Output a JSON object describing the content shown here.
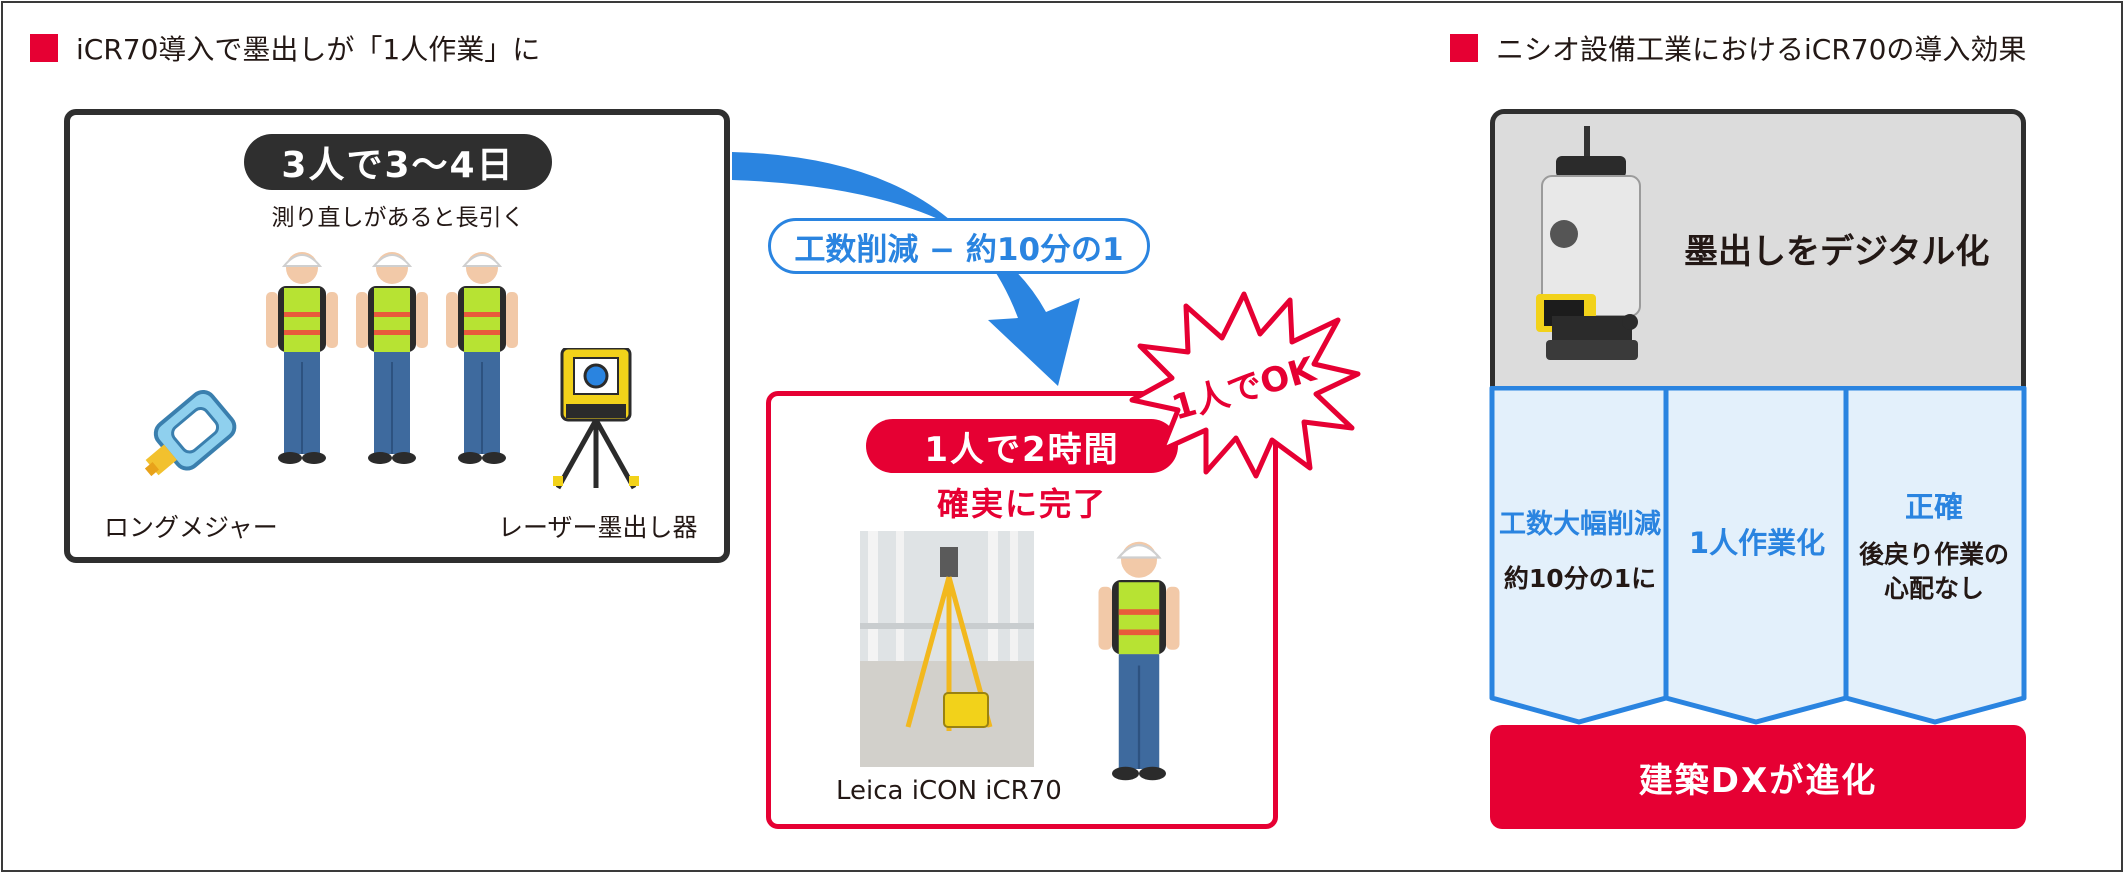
{
  "left_section": {
    "title": "iCR70導入で墨出しが「1人作業」に",
    "before": {
      "badge": "3人で3〜4日",
      "note": "測り直しがあると長引く",
      "tool_left_label": "ロングメジャー",
      "tool_right_label": "レーザー墨出し器"
    },
    "arrow_label": "工数削減 − 約10分の1",
    "burst_text": "1人でOK",
    "after": {
      "badge": "1人で2時間",
      "note": "確実に完了",
      "photo_caption": "Leica iCON iCR70"
    }
  },
  "right_section": {
    "title": "ニシオ設備工業におけるiCR70の導入効果",
    "device_caption": "墨出しをデジタル化",
    "columns": [
      {
        "heading": "工数大幅削減",
        "detail": "約10分の1に"
      },
      {
        "heading": "1人作業化",
        "detail": ""
      },
      {
        "heading": "正確",
        "detail": "後戻り作業の心配なし"
      }
    ],
    "banner": "建築DXが進化"
  },
  "colors": {
    "accent_red": "#e60033",
    "accent_blue": "#2a84e0",
    "panel_blue": "#e3f0fb",
    "dark": "#2f2f2f"
  }
}
